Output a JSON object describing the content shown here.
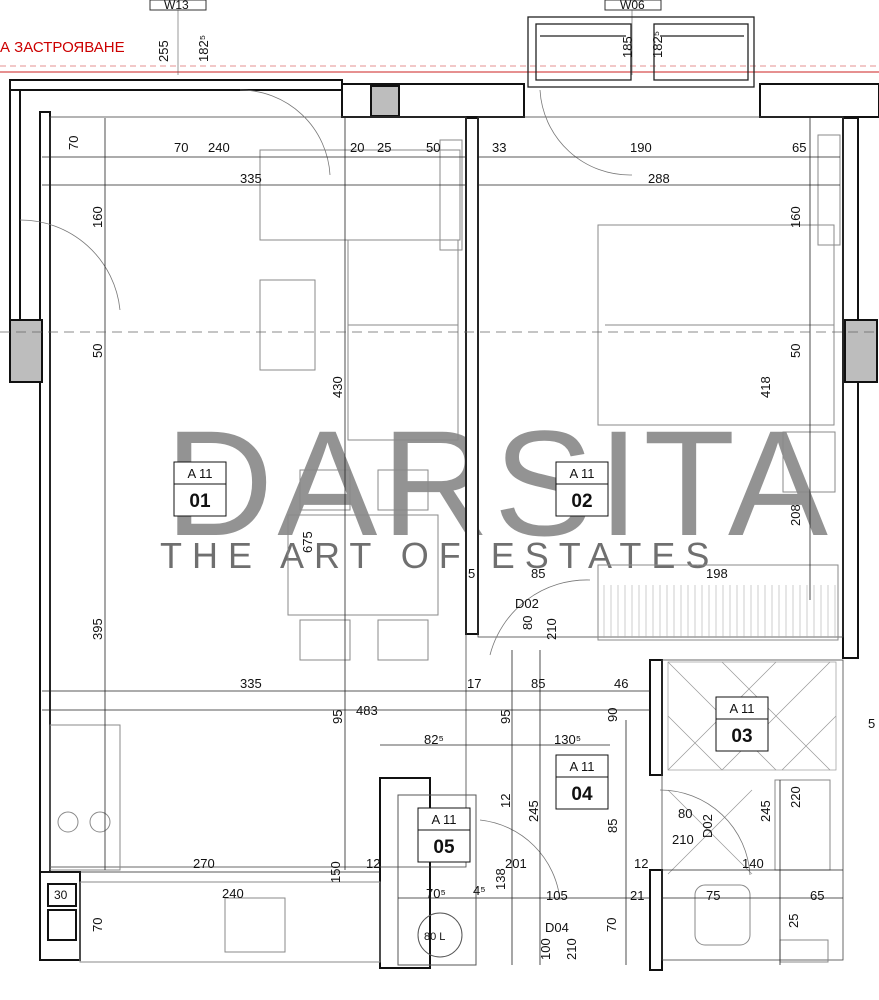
{
  "header": {
    "window_left": "W13",
    "window_right": "W06",
    "zone_label": "А ЗАСТРОЯВАНЕ"
  },
  "watermark": {
    "brand": "DARSITA",
    "tagline": "THE ART OF ESTATES"
  },
  "rooms": [
    {
      "code": "A 11",
      "number": "01"
    },
    {
      "code": "A 11",
      "number": "02"
    },
    {
      "code": "A 11",
      "number": "03"
    },
    {
      "code": "A 11",
      "number": "04"
    },
    {
      "code": "A 11",
      "number": "05"
    }
  ],
  "doors": [
    "D02",
    "D02",
    "D04"
  ],
  "fixtures": {
    "boiler": "80 L",
    "small_box": "30"
  },
  "dimensions": [
    "255",
    "182⁵",
    "185",
    "182⁵",
    "70",
    "70",
    "240",
    "20",
    "25",
    "50",
    "33",
    "190",
    "65",
    "335",
    "288",
    "160",
    "160",
    "50",
    "50",
    "430",
    "418",
    "675",
    "208",
    "395",
    "5",
    "85",
    "198",
    "80",
    "210",
    "335",
    "17",
    "85",
    "46",
    "95",
    "483",
    "95",
    "90",
    "82⁵",
    "130⁵",
    "12",
    "245",
    "85",
    "245",
    "220",
    "80",
    "210",
    "270",
    "150",
    "12",
    "201",
    "12",
    "140",
    "240",
    "70⁵",
    "4⁵",
    "138",
    "105",
    "21",
    "75",
    "65",
    "70",
    "70",
    "25",
    "100",
    "210",
    "5"
  ]
}
